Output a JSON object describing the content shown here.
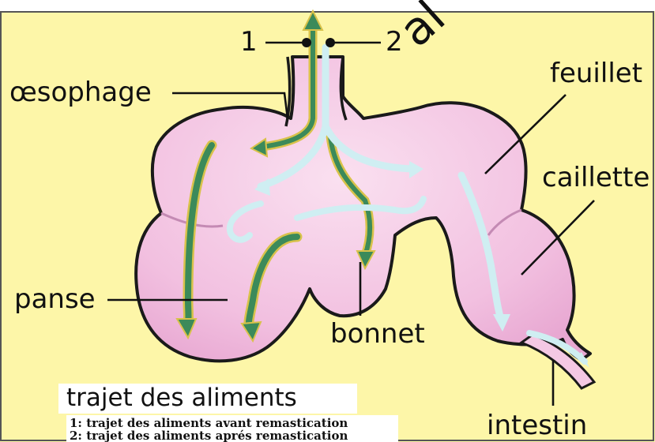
{
  "colors": {
    "background": "#fdf6a8",
    "stomach_fill": "#f4c8e4",
    "stomach_outline": "#1a1a1a",
    "arrow_before": "#3c8a5a",
    "arrow_before_edge": "#d8c24a",
    "arrow_after": "#cfeef2",
    "watermark": "#111111"
  },
  "watermark": "al",
  "labels": {
    "marker_1": "1",
    "marker_2": "2",
    "oesophage": "œsophage",
    "feuillet": "feuillet",
    "caillette": "caillette",
    "panse": "panse",
    "bonnet": "bonnet",
    "intestin": "intestin"
  },
  "caption": {
    "title": "trajet des aliments",
    "line1": "1: trajet des aliments avant remastication",
    "line2": "2: trajet des aliments aprés remastication"
  }
}
